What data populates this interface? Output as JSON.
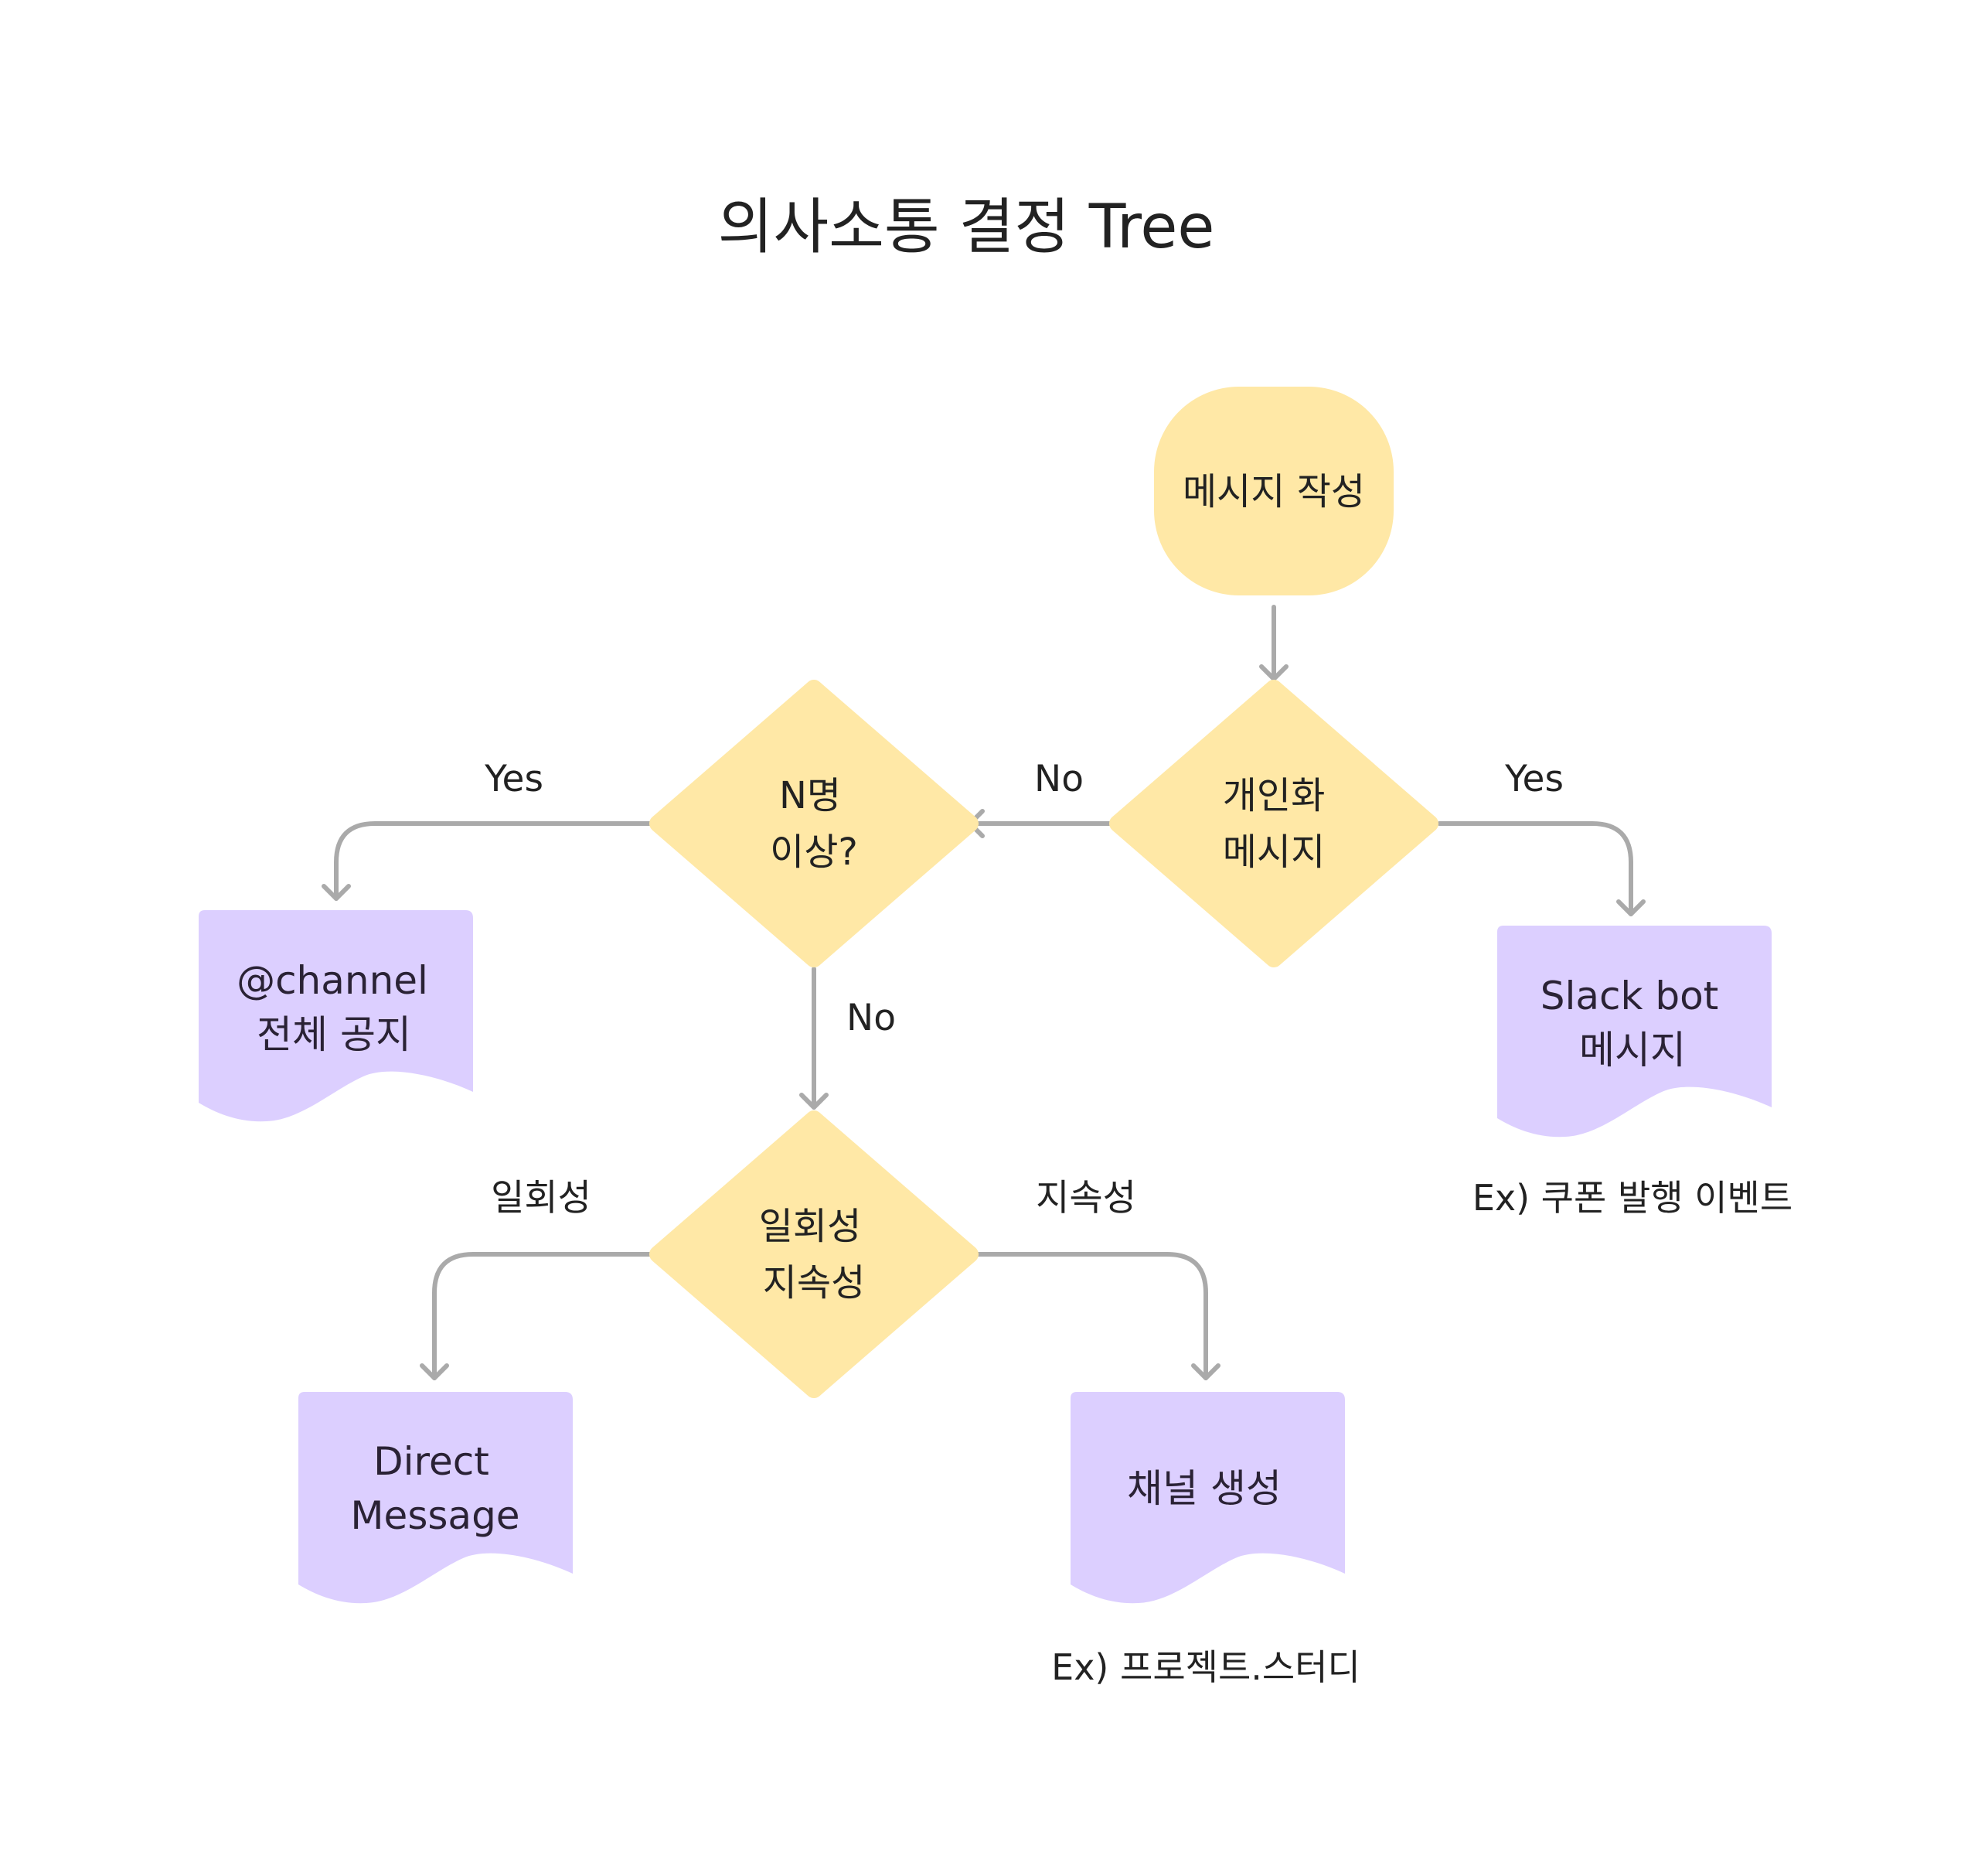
{
  "title": "의사소통 결정 Tree",
  "colors": {
    "terminal_fill": "#FFE8A6",
    "decision_fill": "#FFE8A6",
    "document_fill": "#DCCFFF",
    "edge": "#AAAAAA",
    "text": "#222222"
  },
  "nodes": {
    "start": {
      "line1": "메시지 작성"
    },
    "personalized": {
      "line1": "개인화",
      "line2": "메시지"
    },
    "n_people": {
      "line1": "N명",
      "line2": "이상?"
    },
    "duration": {
      "line1": "일회성",
      "line2": "지속성"
    },
    "channel": {
      "line1": "@channel",
      "line2": "전체 공지"
    },
    "slackbot": {
      "line1": "Slack bot",
      "line2": "메시지"
    },
    "dm": {
      "line1": "Direct",
      "line2": "Message"
    },
    "create_channel": {
      "line1": "채널 생성"
    }
  },
  "edge_labels": {
    "personalized_no": "No",
    "personalized_yes": "Yes",
    "n_people_yes": "Yes",
    "n_people_no": "No",
    "duration_once": "일회성",
    "duration_persistent": "지속성"
  },
  "notes": {
    "slackbot_example": "Ex) 쿠폰 발행 이벤트",
    "channel_example": "Ex) 프로젝트.스터디"
  }
}
